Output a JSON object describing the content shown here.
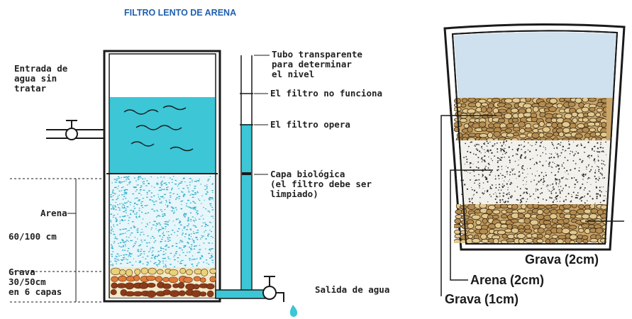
{
  "left_diagram": {
    "title": "FILTRO LENTO DE ARENA",
    "inlet_label": [
      "Entrada de",
      "agua sin",
      "tratar"
    ],
    "tube_label": [
      "Tubo transparente",
      "para determinar",
      "el nivel"
    ],
    "not_working_label": "El filtro no funciona",
    "working_label": "El filtro opera",
    "bio_layer_label": [
      "Capa biológica",
      "(el filtro debe ser",
      "limpiado)"
    ],
    "sand_label": "Arena",
    "sand_depth_label": "60/100 cm",
    "gravel_label": [
      "Grava",
      "30/50cm",
      "en 6 capas"
    ],
    "outlet_label": "Salida de agua",
    "colors": {
      "water": "#3cc6d6",
      "sand_speckle": "#2aa9c9",
      "gravel_brown": "#8b3a1a",
      "gravel_orange": "#e07a3a",
      "gravel_yellow": "#e8d27a"
    }
  },
  "right_diagram": {
    "gravel_top_label": "Grava (2cm)",
    "sand_label": "Arena (2cm)",
    "gravel_bottom_label": "Grava (1cm)",
    "colors": {
      "water": "#cfe0ee",
      "container_outline": "#1a1a1a"
    }
  }
}
